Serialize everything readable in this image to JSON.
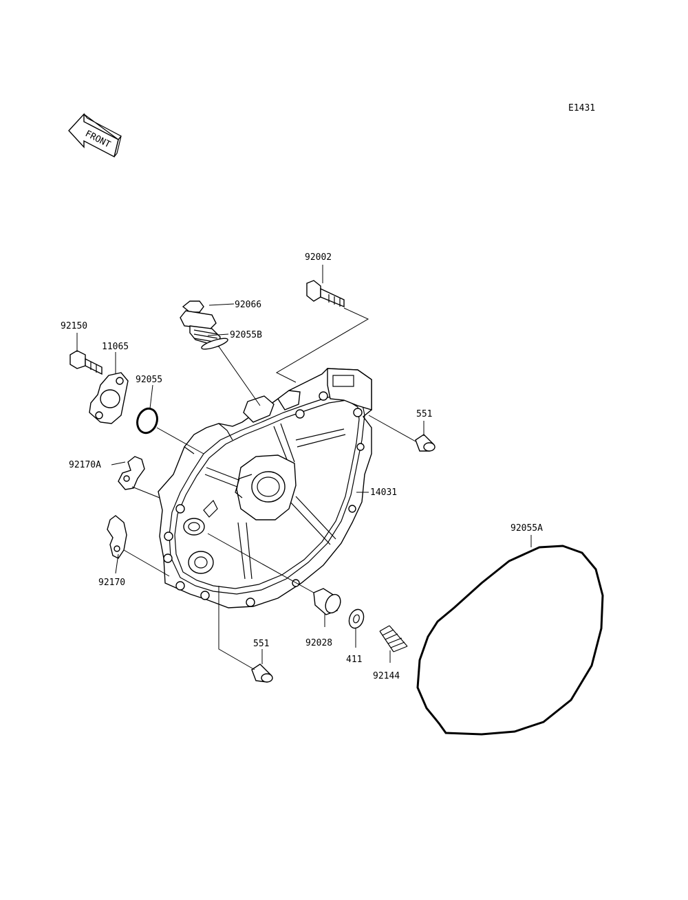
{
  "diagram": {
    "code": "E1431",
    "front_arrow_label": "FRONT"
  },
  "parts": {
    "p92002": "92002",
    "p92066": "92066",
    "p92055B": "92055B",
    "p92150": "92150",
    "p11065": "11065",
    "p92055": "92055",
    "p551_top": "551",
    "p92170A": "92170A",
    "p14031": "14031",
    "p92055A": "92055A",
    "p92170": "92170",
    "p92028": "92028",
    "p411": "411",
    "p92144": "92144",
    "p551_bottom": "551"
  }
}
